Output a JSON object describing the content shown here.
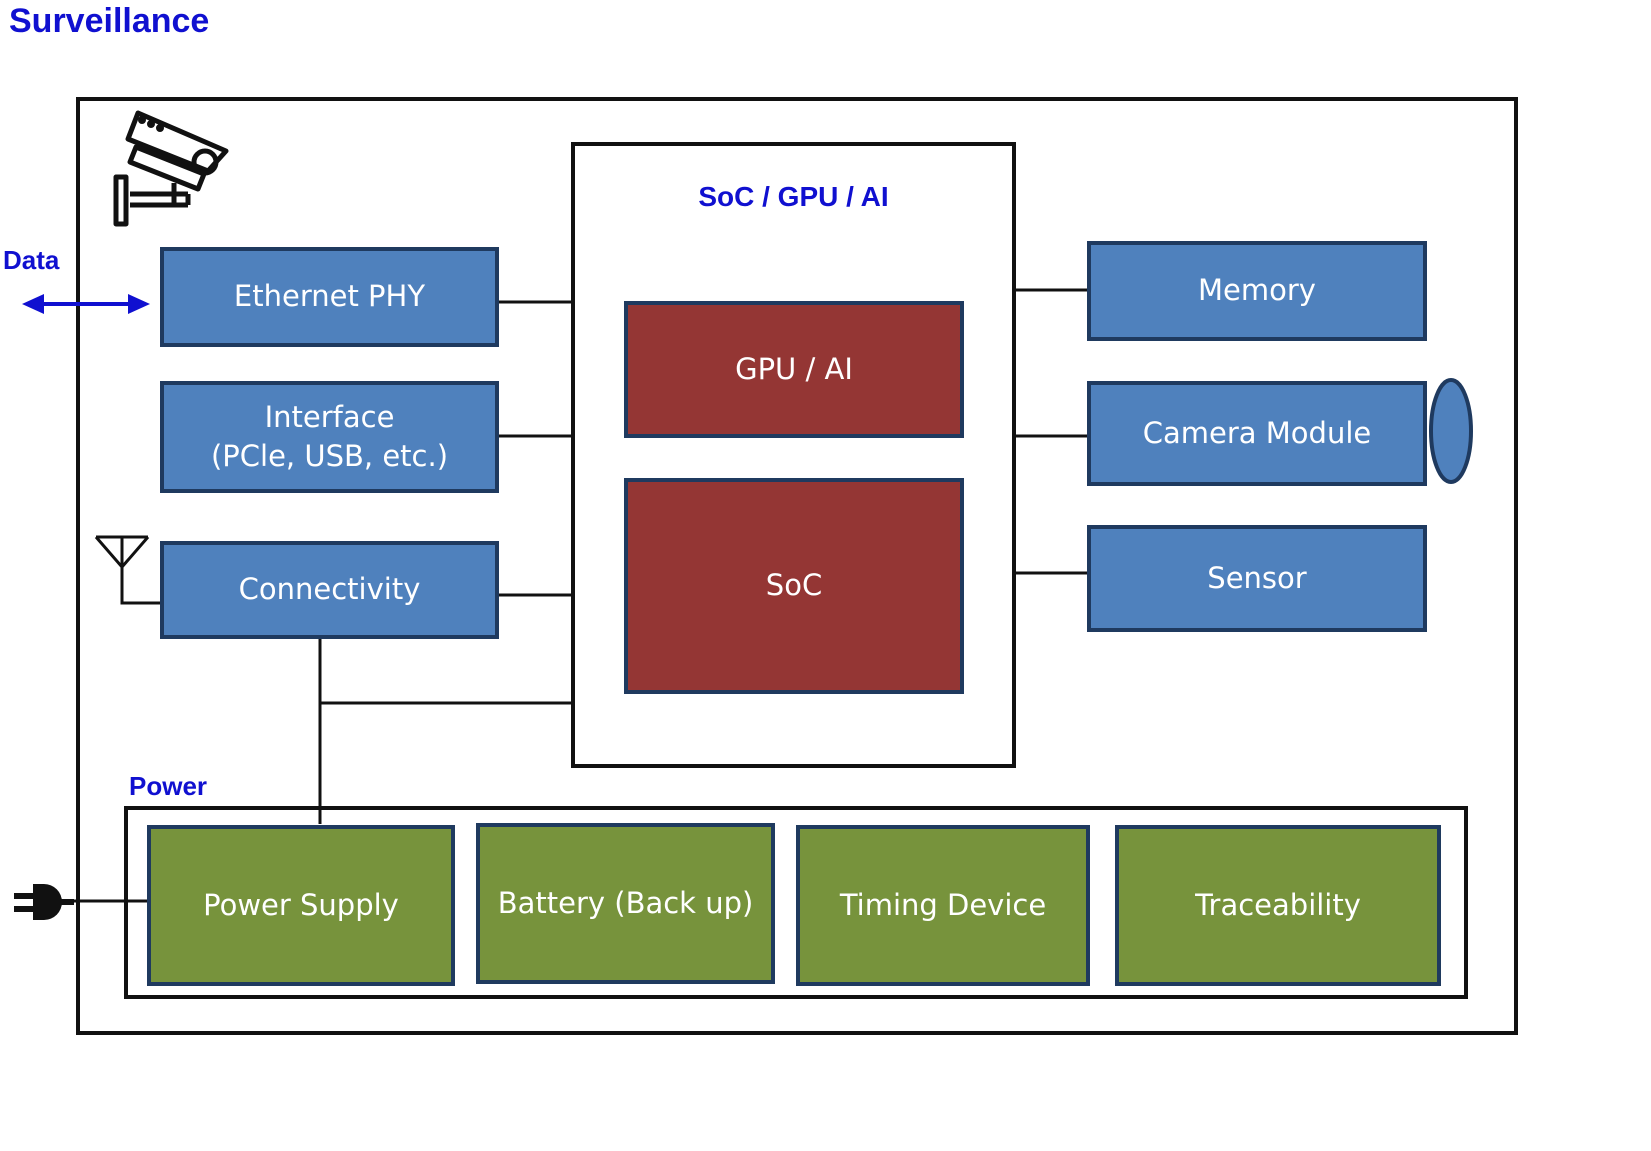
{
  "title": "Surveillance",
  "labels": {
    "data": "Data",
    "power": "Power",
    "soc_group": "SoC / GPU / AI"
  },
  "blocks": {
    "ethernet_phy": "Ethernet PHY",
    "interface_line1": "Interface",
    "interface_line2": "(PCle, USB, etc.)",
    "connectivity": "Connectivity",
    "gpu_ai": "GPU / AI",
    "soc": "SoC",
    "memory": "Memory",
    "camera_module": "Camera Module",
    "sensor": "Sensor",
    "power_supply": "Power Supply",
    "battery": "Battery (Back up)",
    "timing_device": "Timing Device",
    "traceability": "Traceability"
  },
  "colors": {
    "title_blue": "#1010d0",
    "block_blue": "#4f81bd",
    "block_red": "#943634",
    "block_green": "#77933c",
    "border_navy": "#1f3a5f"
  },
  "icons": [
    "security-camera-icon",
    "antenna-icon",
    "power-plug-icon",
    "bidirectional-arrow-icon",
    "camera-lens-icon"
  ]
}
